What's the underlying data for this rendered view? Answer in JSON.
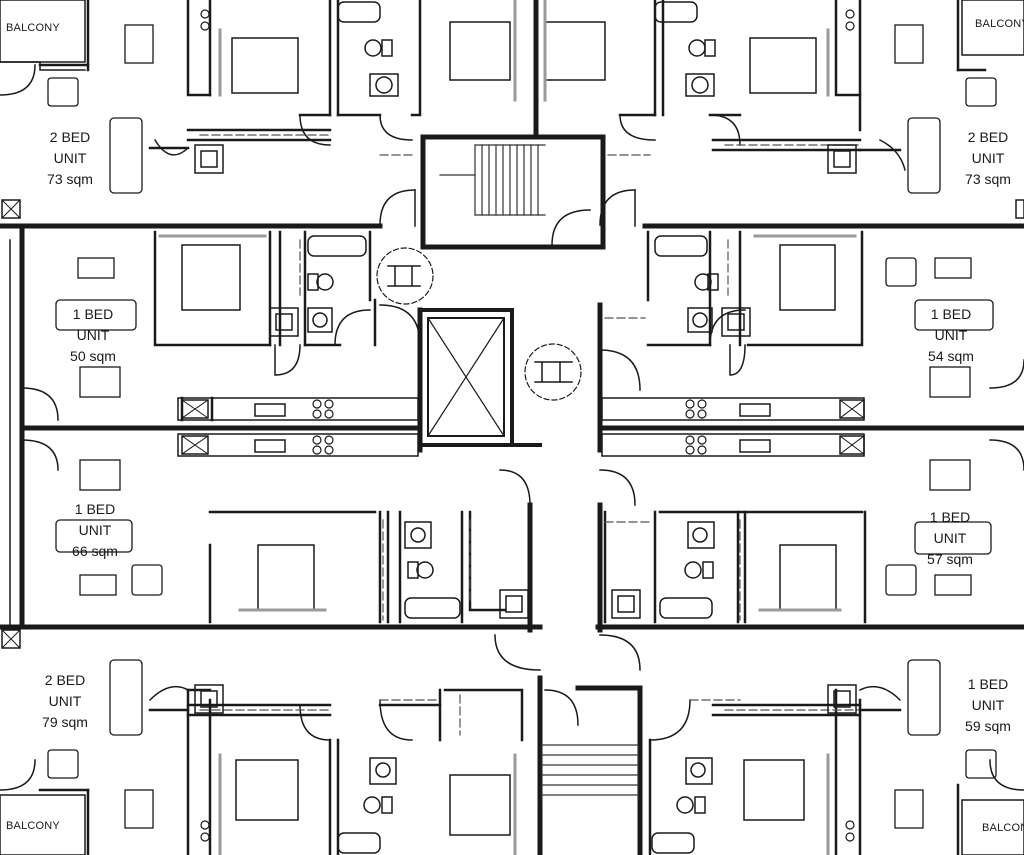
{
  "plan": {
    "units": [
      {
        "id": "u-top-left",
        "type": "2 BED",
        "word": "UNIT",
        "area": "73 sqm"
      },
      {
        "id": "u-top-right",
        "type": "2 BED",
        "word": "UNIT",
        "area": "73 sqm"
      },
      {
        "id": "u-midtop-left",
        "type": "1 BED",
        "word": "UNIT",
        "area": "50 sqm"
      },
      {
        "id": "u-midtop-right",
        "type": "1 BED",
        "word": "UNIT",
        "area": "54 sqm"
      },
      {
        "id": "u-midbot-left",
        "type": "1 BED",
        "word": "UNIT",
        "area": "66 sqm"
      },
      {
        "id": "u-midbot-right",
        "type": "1 BED",
        "word": "UNIT",
        "area": "57 sqm"
      },
      {
        "id": "u-bot-left",
        "type": "2 BED",
        "word": "UNIT",
        "area": "79 sqm"
      },
      {
        "id": "u-bot-right",
        "type": "1 BED",
        "word": "UNIT",
        "area": "59 sqm"
      }
    ],
    "balconies": [
      "BALCONY",
      "BALCONY",
      "BALCONY",
      "BALCONY"
    ],
    "colors": {
      "wall": "#1a1a1a",
      "line": "#333333",
      "fixture": "#555555",
      "hatch": "#9a9a9a"
    }
  }
}
